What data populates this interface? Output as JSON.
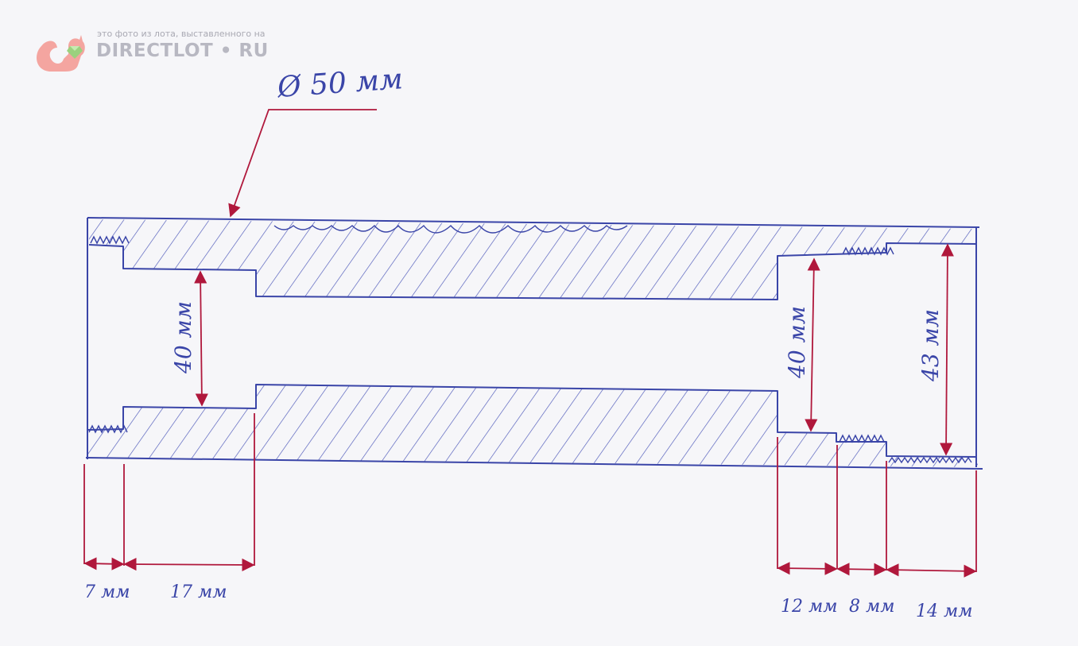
{
  "watermark": {
    "caption": "это фото из лота, выставленного на",
    "brand": "DIRECTLOT • RU"
  },
  "labels": {
    "diameter": "Ø 50 мм",
    "inner_left": "40 мм",
    "inner_right": "40 мм",
    "thread_right": "43 мм",
    "dim_7": "7 мм",
    "dim_17": "17 мм",
    "dim_12": "12 мм",
    "dim_8": "8 мм",
    "dim_14": "14 мм"
  },
  "colors": {
    "ink": "#3a45a8",
    "dimension": "#b0183c",
    "paper": "#f6f6f9"
  }
}
